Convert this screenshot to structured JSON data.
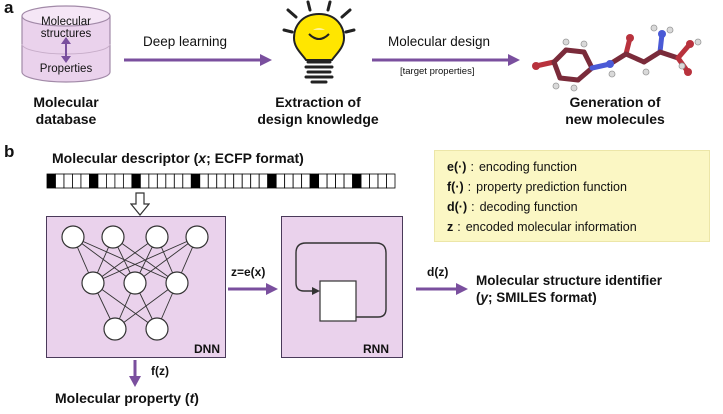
{
  "panel_a": {
    "letter": "a",
    "database": {
      "top_label": "Molecular structures",
      "bottom_label": "Properties",
      "caption_line1": "Molecular",
      "caption_line2": "database"
    },
    "arrow1_label": "Deep learning",
    "bulb_caption_line1": "Extraction of",
    "bulb_caption_line2": "design knowledge",
    "arrow2_label": "Molecular design",
    "arrow2_sublabel": "[target properties]",
    "molecule_caption_line1": "Generation of",
    "molecule_caption_line2": "new molecules"
  },
  "panel_b": {
    "letter": "b",
    "descriptor_title_prefix": "Molecular descriptor (",
    "descriptor_title_var": "x",
    "descriptor_title_suffix": "; ECFP format)",
    "fingerprint_bits": [
      1,
      0,
      0,
      0,
      0,
      1,
      0,
      0,
      0,
      0,
      1,
      0,
      0,
      0,
      0,
      0,
      0,
      1,
      0,
      0,
      0,
      0,
      0,
      0,
      0,
      0,
      1,
      0,
      0,
      0,
      0,
      1,
      0,
      0,
      0,
      0,
      1,
      0,
      0,
      0,
      0
    ],
    "legend": [
      {
        "sym": "e(·)",
        "sep": ":",
        "text": "encoding function"
      },
      {
        "sym": "f(·)",
        "sep": ":",
        "text": "property prediction function"
      },
      {
        "sym": "d(·)",
        "sep": ":",
        "text": "decoding function"
      },
      {
        "sym": "z",
        "sep": ":",
        "text": "encoded molecular information"
      }
    ],
    "dnn_label": "DNN",
    "rnn_label": "RNN",
    "encode_arrow_label": "z=e(x)",
    "decode_arrow_label": "d(z)",
    "predict_arrow_label": "f(z)",
    "output_line1": "Molecular structure identifier",
    "output_line2_var": "y",
    "output_line2_suffix": "; SMILES format)",
    "property_prefix": "Molecular property (",
    "property_var": "t",
    "property_suffix": ")"
  },
  "colors": {
    "arrow": "#7a4f9e",
    "box_fill": "#ead2ec",
    "db_fill": "#ead2ec",
    "legend_fill": "#fbf7c4",
    "bulb_yellow": "#ffe600",
    "molecule_red": "#b8323d",
    "molecule_blue": "#4a5ad6"
  }
}
